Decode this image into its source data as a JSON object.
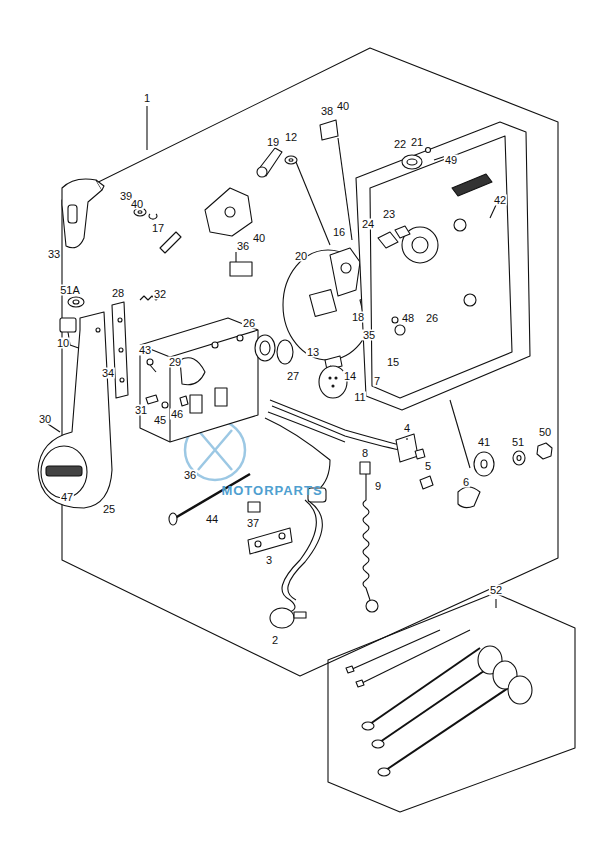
{
  "diagram": {
    "labels": [
      "1",
      "38",
      "40",
      "19",
      "12",
      "22",
      "21",
      "49",
      "42",
      "39",
      "40",
      "17",
      "36",
      "40",
      "33",
      "16",
      "24",
      "23",
      "20",
      "51A",
      "28",
      "32",
      "18",
      "48",
      "26",
      "26",
      "35",
      "10",
      "34",
      "43",
      "29",
      "27",
      "13",
      "14",
      "7",
      "15",
      "11",
      "31",
      "45",
      "46",
      "4",
      "30",
      "36",
      "8",
      "5",
      "6",
      "41",
      "51",
      "50",
      "9",
      "47",
      "25",
      "44",
      "37",
      "3",
      "2",
      "52",
      "MOTORPARTS"
    ]
  }
}
